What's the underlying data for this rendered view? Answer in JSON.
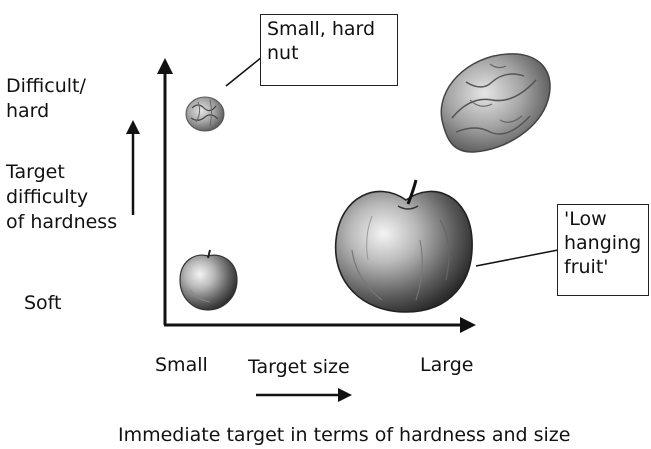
{
  "y_top_label": [
    "Difficult/",
    "hard"
  ],
  "y_axis_title": [
    "Target",
    "difficulty",
    "of hardness"
  ],
  "y_bottom_label": "Soft",
  "x_left_label": "Small",
  "x_axis_title": "Target size",
  "x_right_label": "Large",
  "caption": "Immediate target in terms of hardness and size",
  "callout_small_nut": [
    "Small, hard",
    "nut"
  ],
  "callout_low_fruit": [
    "'Low",
    "hanging",
    "fruit'"
  ],
  "items": [
    "small-nut-icon",
    "large-nut-icon",
    "small-apple-icon",
    "large-apple-icon"
  ]
}
